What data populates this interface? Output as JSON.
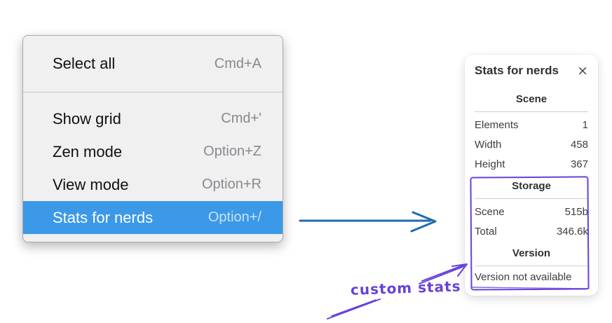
{
  "context_menu": {
    "sections": [
      {
        "items": [
          {
            "label": "Select all",
            "shortcut": "Cmd+A"
          }
        ]
      },
      {
        "items": [
          {
            "label": "Show grid",
            "shortcut": "Cmd+'"
          },
          {
            "label": "Zen mode",
            "shortcut": "Option+Z"
          },
          {
            "label": "View mode",
            "shortcut": "Option+R"
          },
          {
            "label": "Stats for nerds",
            "shortcut": "Option+/",
            "highlighted": true
          }
        ]
      }
    ]
  },
  "stats_panel": {
    "title": "Stats for nerds",
    "close_icon": "×",
    "scene_section": {
      "title": "Scene",
      "rows": [
        {
          "label": "Elements",
          "value": "1"
        },
        {
          "label": "Width",
          "value": "458"
        },
        {
          "label": "Height",
          "value": "367"
        }
      ]
    },
    "storage_section": {
      "title": "Storage",
      "rows": [
        {
          "label": "Scene",
          "value": "515b"
        },
        {
          "label": "Total",
          "value": "346.6k"
        }
      ]
    },
    "version_section": {
      "title": "Version",
      "note": "Version not available"
    }
  },
  "annotation": {
    "label": "custom stats"
  },
  "colors": {
    "menu_highlight": "#3b99e8",
    "flow_arrow_blue": "#1f6cb0",
    "annotation_purple": "#6741d9"
  }
}
